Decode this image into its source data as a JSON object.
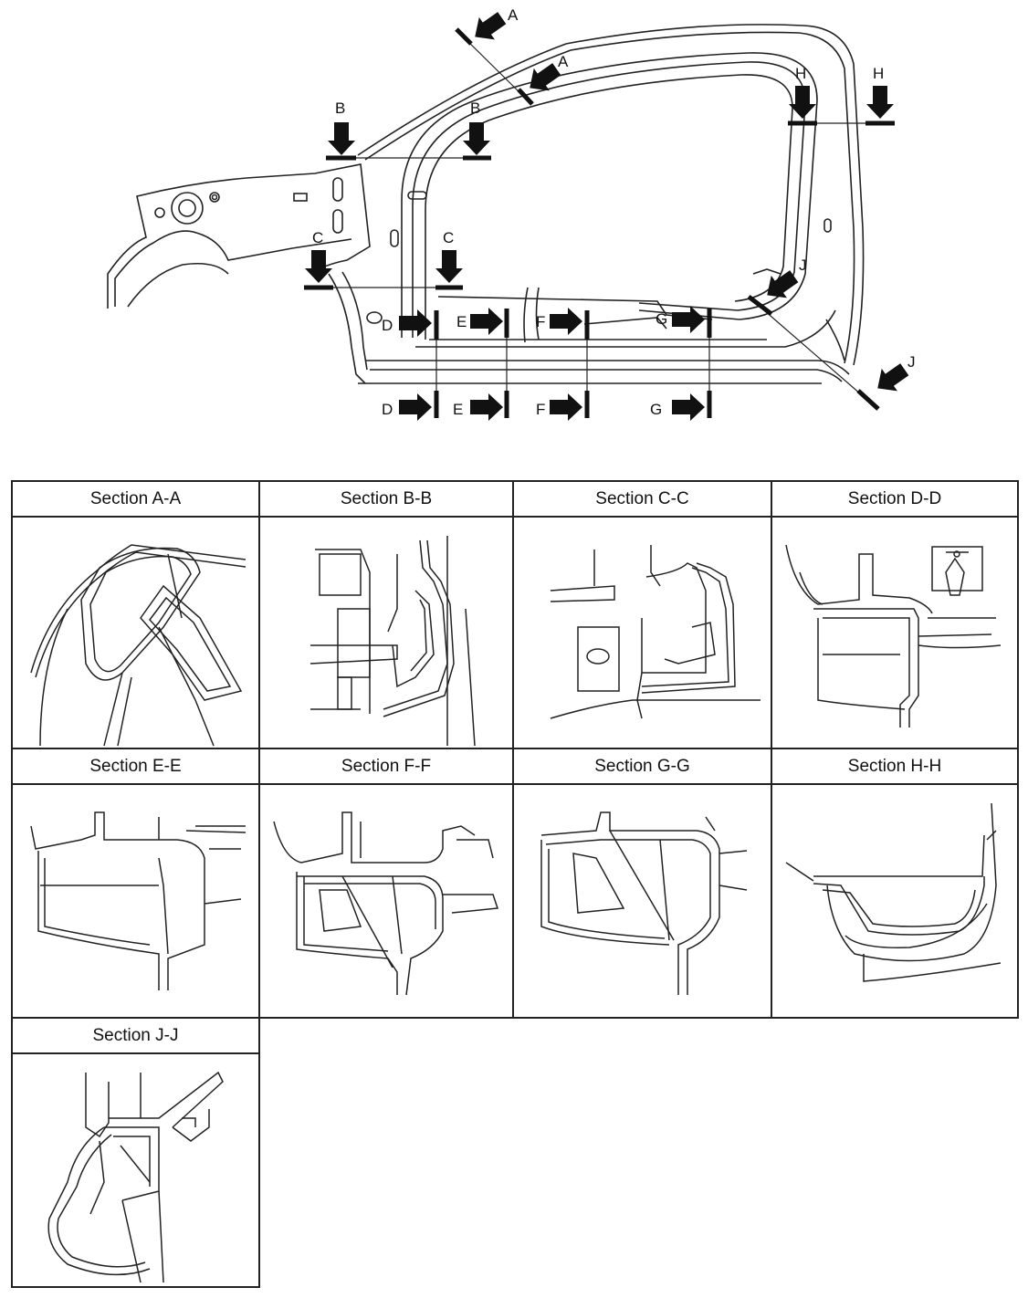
{
  "markers": [
    "A",
    "B",
    "C",
    "D",
    "E",
    "F",
    "G",
    "H",
    "J"
  ],
  "sections": [
    {
      "id": "a",
      "title": "Section A-A"
    },
    {
      "id": "b",
      "title": "Section B-B"
    },
    {
      "id": "c",
      "title": "Section C-C"
    },
    {
      "id": "d",
      "title": "Section D-D"
    },
    {
      "id": "e",
      "title": "Section E-E"
    },
    {
      "id": "f",
      "title": "Section F-F"
    },
    {
      "id": "g",
      "title": "Section G-G"
    },
    {
      "id": "h",
      "title": "Section H-H"
    },
    {
      "id": "j",
      "title": "Section J-J"
    }
  ]
}
